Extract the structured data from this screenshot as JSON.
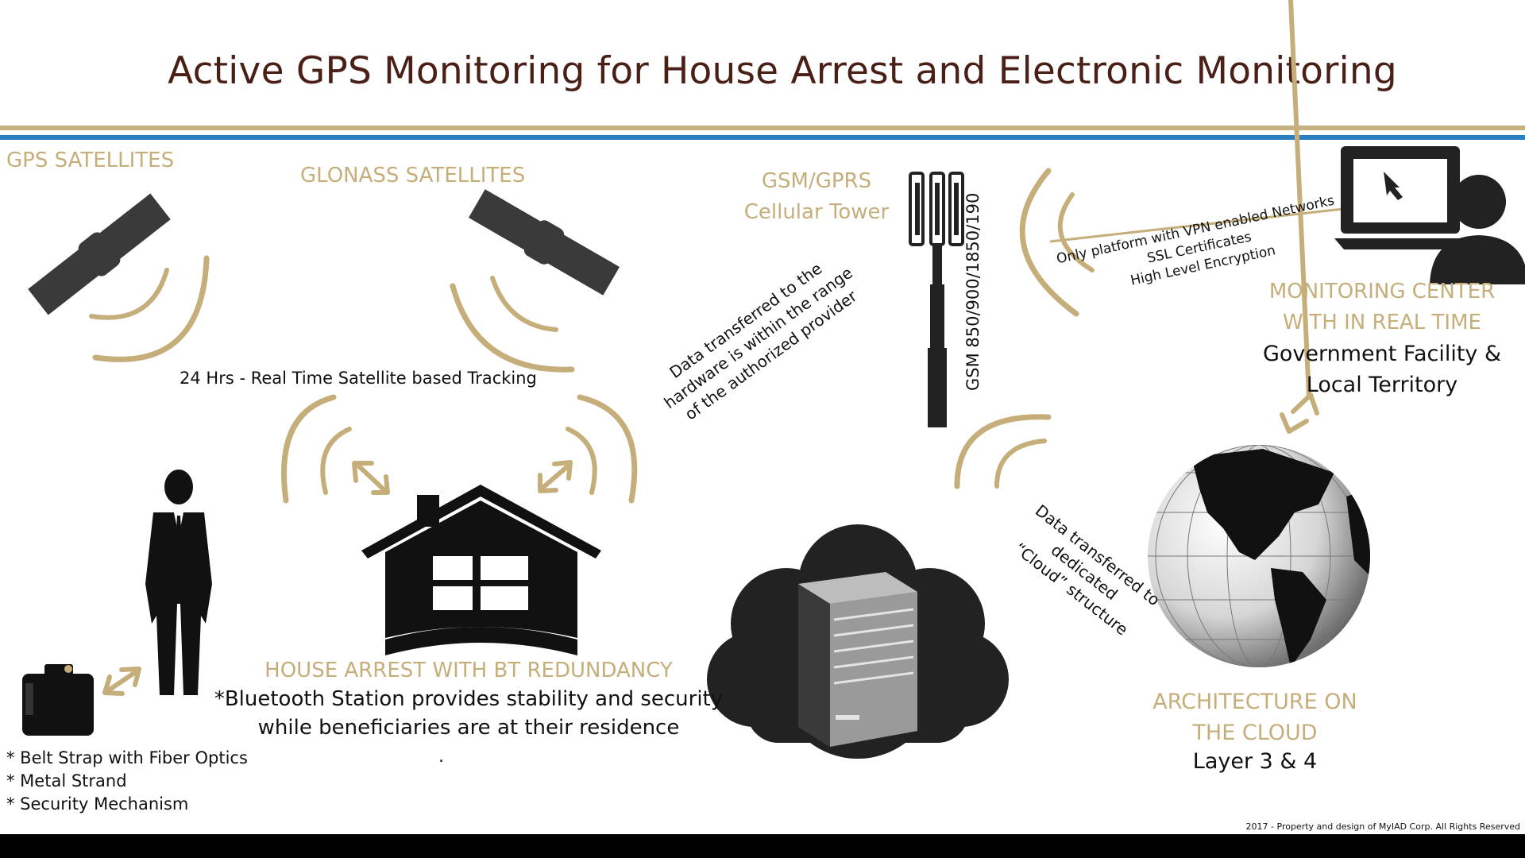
{
  "title": "Active GPS Monitoring for House Arrest and Electronic Monitoring",
  "labels": {
    "gps_satellites": "GPS SATELLITES",
    "glonass_satellites": "GLONASS SATELLITES",
    "tower_line1": "GSM/GPRS",
    "tower_line2": "Cellular Tower",
    "gsm_bands": "GSM 850/900/1850/190",
    "realtime_tracking": "24 Hrs - Real Time Satellite based Tracking",
    "data_to_hw_1": "Data transferred to the",
    "data_to_hw_2": "hardware is within the range",
    "data_to_hw_3": "of the authorized provider",
    "vpn_1": "Only platform with VPN enabled Networks",
    "vpn_2": "SSL Certificates",
    "vpn_3": "High Level Encryption",
    "monitoring_1": "MONITORING CENTER",
    "monitoring_2": "WITH IN REAL TIME",
    "monitoring_3": "Government Facility &",
    "monitoring_4": "Local Territory",
    "cloud_data_1": "Data transferred to",
    "cloud_data_2": "dedicated",
    "cloud_data_3": "“Cloud” structure",
    "house_1": "HOUSE ARREST WITH BT REDUNDANCY",
    "house_2": "*Bluetooth Station provides stability and security",
    "house_3": "while beneficiaries are at their residence",
    "house_dot": ".",
    "arch_1": "ARCHITECTURE ON",
    "arch_2": "THE CLOUD",
    "arch_3": "Layer 3 & 4",
    "device_1": "*  Belt Strap with Fiber Optics",
    "device_2": "*  Metal Strand",
    "device_3": "*  Security Mechanism",
    "copyright": "2017 - Property and design of MyIAD Corp.  All Rights Reserved"
  },
  "colors": {
    "title": "#4a1f16",
    "gold": "#c5ae7a",
    "blue_rule": "#2b7fc0",
    "icon": "#111111"
  },
  "icons": [
    "satellite-icon",
    "cell-tower-icon",
    "laptop-user-icon",
    "house-icon",
    "person-icon",
    "ankle-monitor-icon",
    "cloud-server-icon",
    "globe-icon",
    "signal-waves-icon",
    "double-arrow-icon"
  ]
}
